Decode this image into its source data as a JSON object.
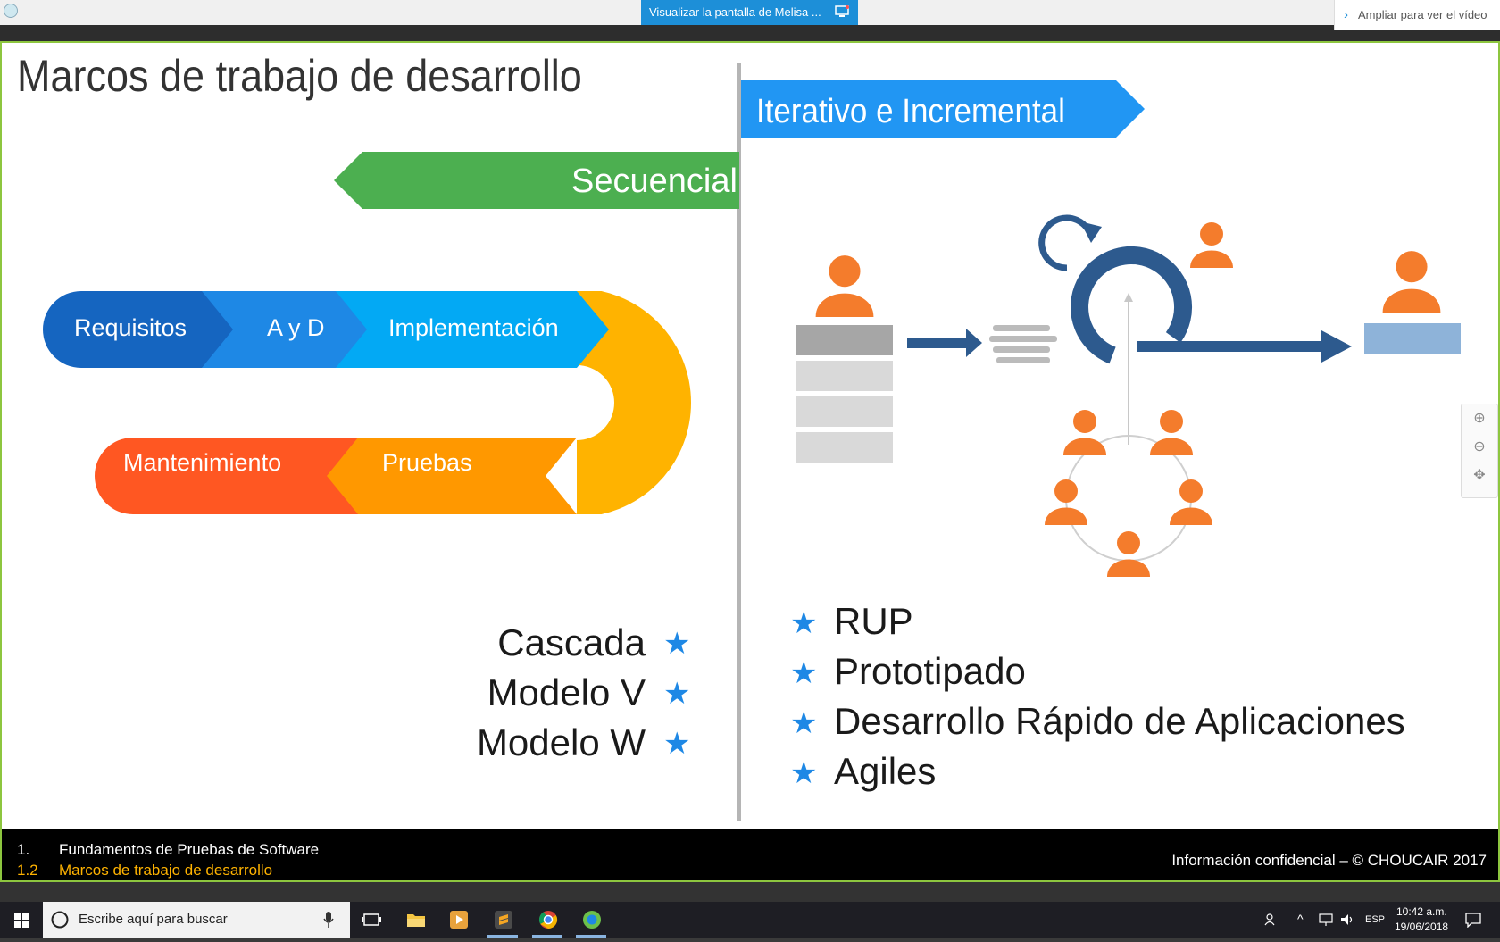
{
  "top": {
    "share_label": "Visualizar la pantalla de Melisa ...",
    "expand_label": "Ampliar para ver el vídeo"
  },
  "slide": {
    "title": "Marcos de trabajo de desarrollo",
    "left_banner": "Secuencial",
    "right_banner": "Iterativo e Incremental",
    "phases": [
      "Requisitos",
      "A y D",
      "Implementación",
      "Pruebas",
      "Mantenimiento"
    ],
    "sequential_models": [
      "Cascada",
      "Modelo V",
      "Modelo W"
    ],
    "iterative_models": [
      "RUP",
      "Prototipado",
      "Desarrollo Rápido de Aplicaciones",
      "Agiles"
    ],
    "footer": {
      "num1": "1.",
      "line1": "Fundamentos de Pruebas de Software",
      "num2": "1.2",
      "line2": "Marcos de trabajo de desarrollo",
      "right": "Información confidencial – © CHOUCAIR 2017"
    }
  },
  "taskbar": {
    "search_placeholder": "Escribe aquí para buscar",
    "lang": "ESP",
    "time": "10:42 a.m.",
    "date": "19/06/2018"
  },
  "colors": {
    "green": "#4caf50",
    "blue_banner": "#2196f3",
    "dark_blue": "#1565c0",
    "mid_blue": "#1e88e5",
    "light_blue": "#03a9f4",
    "yellow": "#ffb300",
    "orange": "#ff9800",
    "dark_orange": "#ff5722",
    "person_orange": "#f47c2c",
    "cycle_blue": "#2d5a8e"
  }
}
